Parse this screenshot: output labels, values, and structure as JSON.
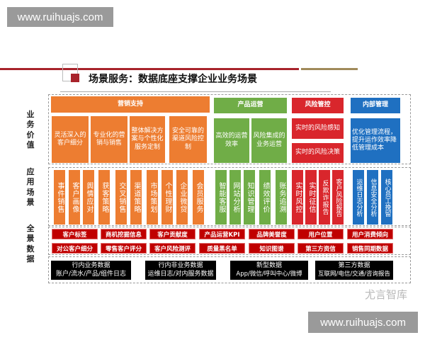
{
  "watermark": {
    "top": "www.ruihuajs.com",
    "bottom": "www.ruihuajs.com",
    "logo": "尤言智库"
  },
  "title": "场景服务：数据底座支撑企业业务场景",
  "side_labels": [
    "业务价值",
    "应用场景",
    "全景数据"
  ],
  "value_row": {
    "marketing": {
      "header": "营销支持",
      "items": [
        "灵活深入的客户细分",
        "专业化的营销与销售",
        "整体解决方案与个性化服务定制",
        "安全可靠的渠道风险控制"
      ]
    },
    "product": {
      "header": "产品运营",
      "items": [
        "高效的运营效率",
        "风险集成的业务运营"
      ]
    },
    "risk": {
      "header": "风险管控",
      "items": [
        "实时的风险感知",
        "实时的风险决策"
      ]
    },
    "internal": {
      "header": "内部管理",
      "items": [
        "优化管理流程，提升运作效率降低管理成本"
      ]
    }
  },
  "scenes": {
    "orange": [
      "事件销售",
      "客户画像",
      "舆情应对",
      "获客策略",
      "交叉销售",
      "渠道策略",
      "市场策划",
      "个性理财",
      "企业微贷",
      "会员服务"
    ],
    "green": [
      "智能客服",
      "网站分析",
      "知识管理",
      "绩效评价",
      "账务追溯"
    ],
    "red": [
      "实时风控",
      "实时征信",
      "反欺诈报告",
      "客户风险报告"
    ],
    "blue": [
      "运维日志分析",
      "信息安全分析",
      "核心员工挽留"
    ]
  },
  "data_tags": [
    [
      "客户标签",
      "商机挖掘信息",
      "客户贡献度",
      "产品运营KPI",
      "品牌美誉度",
      "用户位置",
      "用户消费倾向"
    ],
    [
      "对公客户细分",
      "零售客户评分",
      "客户风险测评",
      "质量黑名单",
      "知识图谱",
      "第三方资信",
      "销售同期数据"
    ]
  ],
  "sources": [
    [
      "行内业务数据",
      "账户/流水/产品/组件日志"
    ],
    [
      "行内非业务数据",
      "运维日志/对内服务数据"
    ],
    [
      "新型数据",
      "App/微信/呼叫中心/微博"
    ],
    [
      "第三方数据",
      "互联网/电信/交通/咨询报告"
    ]
  ],
  "colors": {
    "orange": "#ed7d31",
    "green": "#70ad47",
    "red": "#d9262c",
    "blue": "#1f70c1",
    "tag_red": "#c00000",
    "title_red": "#a8232b",
    "gold": "#a08a5a"
  }
}
